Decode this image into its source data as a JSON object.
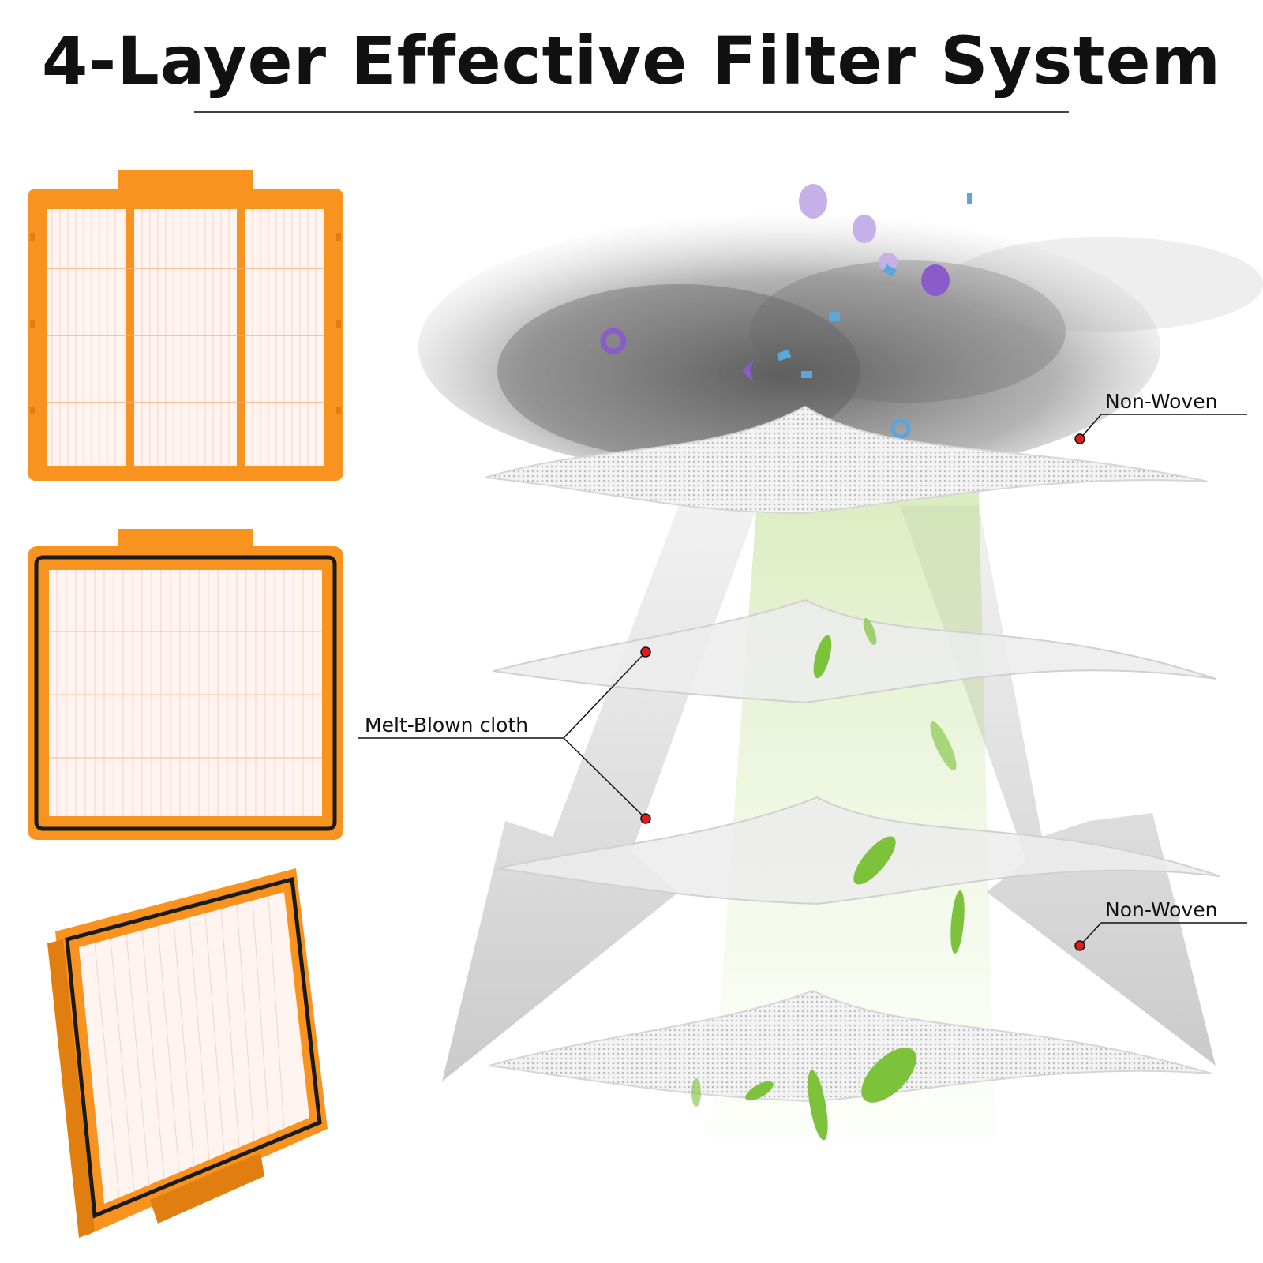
{
  "title": "4-Layer Effective Filter System",
  "colors": {
    "frame": "#f7931e",
    "frame_dark": "#e07e10",
    "media": "#fff4ef",
    "gasket": "#1a1a1a",
    "marker": "#e31b1b",
    "leaf": "#7cc23a",
    "dust": "#6f6f6f",
    "particle_purple": "#8a5cc9",
    "particle_blue": "#5aa6dd"
  },
  "labels": {
    "top_non_woven": "Non-Woven",
    "melt_blown": "Melt-Blown cloth",
    "bottom_non_woven": "Non-Woven"
  },
  "icons": [
    "filter-front-view",
    "filter-gasket-view",
    "filter-angled-view",
    "dust-particles",
    "green-leaf"
  ]
}
